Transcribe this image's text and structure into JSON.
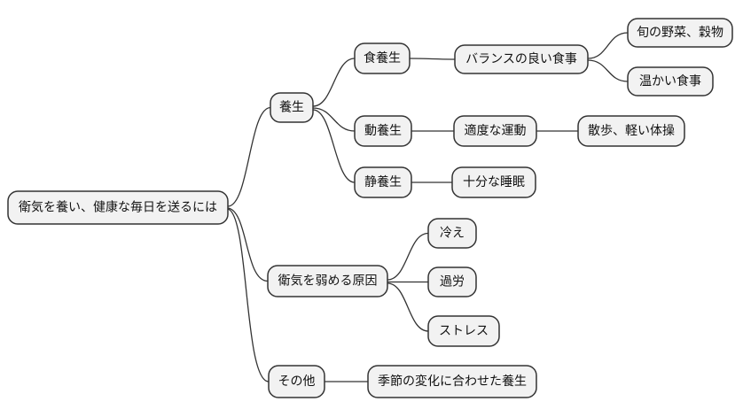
{
  "mindmap": {
    "root": {
      "label": "衛気を養い、健康な毎日を送るには",
      "children": [
        {
          "label": "養生",
          "children": [
            {
              "label": "食養生",
              "children": [
                {
                  "label": "バランスの良い食事",
                  "children": [
                    {
                      "label": "旬の野菜、穀物",
                      "children": []
                    },
                    {
                      "label": "温かい食事",
                      "children": []
                    }
                  ]
                }
              ]
            },
            {
              "label": "動養生",
              "children": [
                {
                  "label": "適度な運動",
                  "children": [
                    {
                      "label": "散歩、軽い体操",
                      "children": []
                    }
                  ]
                }
              ]
            },
            {
              "label": "静養生",
              "children": [
                {
                  "label": "十分な睡眠",
                  "children": []
                }
              ]
            }
          ]
        },
        {
          "label": "衛気を弱める原因",
          "children": [
            {
              "label": "冷え",
              "children": []
            },
            {
              "label": "過労",
              "children": []
            },
            {
              "label": "ストレス",
              "children": []
            }
          ]
        },
        {
          "label": "その他",
          "children": [
            {
              "label": "季節の変化に合わせた養生",
              "children": []
            }
          ]
        }
      ]
    },
    "style": {
      "node_fill": "#f2f2f2",
      "node_border": "#333333",
      "edge_color": "#333333",
      "text_color": "#111111",
      "background": "#ffffff"
    }
  }
}
